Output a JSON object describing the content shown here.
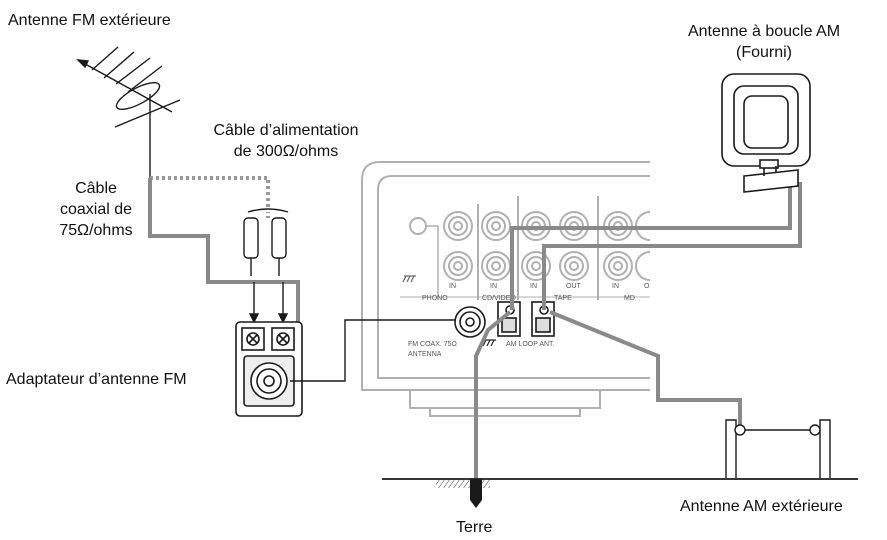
{
  "labels": {
    "fm_outdoor_antenna": "Antenne FM extérieure",
    "power_cable_line1": "Câble d’alimentation",
    "power_cable_line2": "de 300Ω/ohms",
    "coax_line1": "Câble",
    "coax_line2": "coaxial de",
    "coax_line3": "75Ω/ohms",
    "fm_adapter": "Adaptateur d’antenne FM",
    "am_loop_line1": "Antenne à boucle AM",
    "am_loop_line2": "(Fourni)",
    "am_outdoor_antenna": "Antenne AM extérieure",
    "ground": "Terre"
  },
  "panel": {
    "phono": "PHONO",
    "in1": "IN",
    "cd_video": "CD/VIDEO",
    "in2": "IN",
    "tape": "TAPE",
    "in3": "IN",
    "out": "OUT",
    "md": "MD",
    "in4": "IN",
    "out_partial": "O",
    "fm_coax_line1": "FM COAX. 75Ω",
    "fm_coax_line2": "ANTENNA",
    "am_loop_ant": "AM LOOP ANT."
  },
  "colors": {
    "cable": "#8a8a8a",
    "line": "#1a1a1a",
    "panel": "#b0b0b0"
  }
}
